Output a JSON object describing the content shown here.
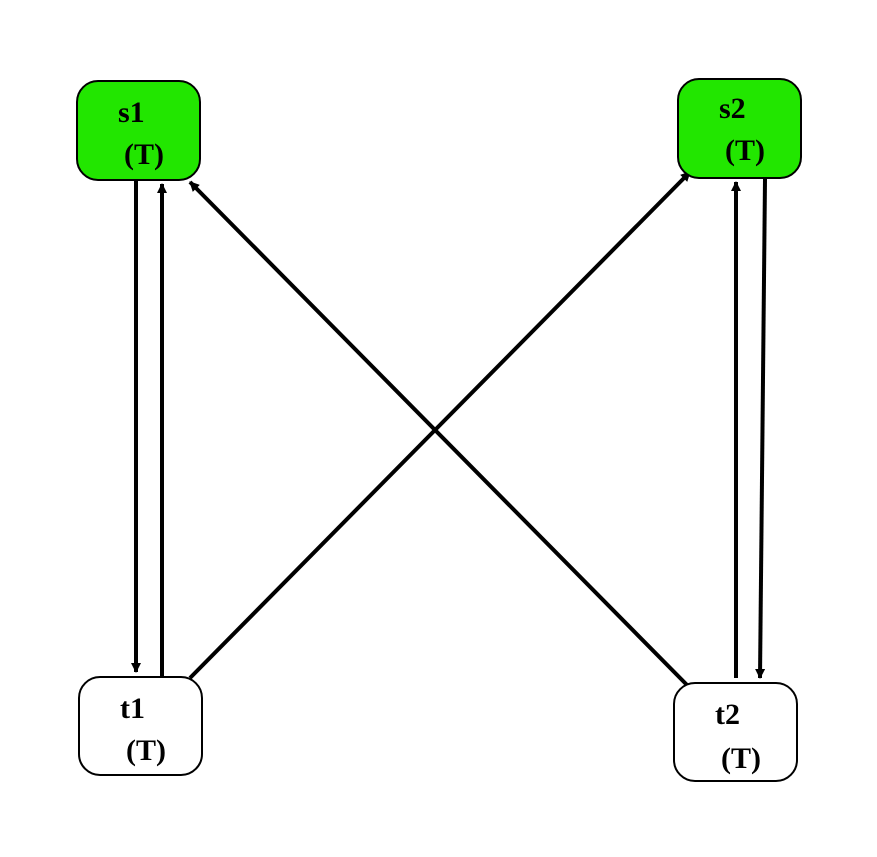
{
  "colors": {
    "source_fill": "#22e600",
    "sink_fill": "#ffffff",
    "stroke": "#000000"
  },
  "nodes": {
    "s1": {
      "name": "s1",
      "tag": "(T)",
      "kind": "source"
    },
    "s2": {
      "name": "s2",
      "tag": "(T)",
      "kind": "source"
    },
    "t1": {
      "name": "t1",
      "tag": "(T)",
      "kind": "sink"
    },
    "t2": {
      "name": "t2",
      "tag": "(T)",
      "kind": "sink"
    }
  },
  "edges": [
    {
      "from": "s1",
      "to": "t1"
    },
    {
      "from": "t1",
      "to": "s1"
    },
    {
      "from": "t1",
      "to": "s2"
    },
    {
      "from": "t2",
      "to": "s1"
    },
    {
      "from": "t2",
      "to": "s2"
    },
    {
      "from": "s2",
      "to": "t2"
    }
  ]
}
